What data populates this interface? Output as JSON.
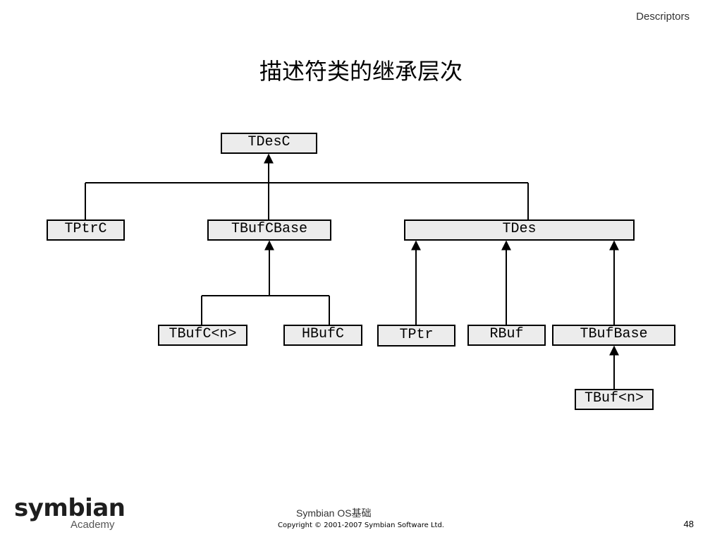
{
  "header": {
    "section": "Descriptors"
  },
  "title": "描述符类的继承层次",
  "diagram": {
    "nodes": {
      "tdesc": "TDesC",
      "tptrc": "TPtrC",
      "tbufcbase": "TBufCBase",
      "tdes": "TDes",
      "tbufcn": "TBufC<n>",
      "hbufc": "HBufC",
      "tptr": "TPtr",
      "rbuf": "RBuf",
      "tbufbase": "TBufBase",
      "tbufn": "TBuf<n>"
    },
    "edges": [
      [
        "tptrc",
        "tdesc"
      ],
      [
        "tbufcbase",
        "tdesc"
      ],
      [
        "tdes",
        "tdesc"
      ],
      [
        "tbufcn",
        "tbufcbase"
      ],
      [
        "hbufc",
        "tbufcbase"
      ],
      [
        "tptr",
        "tdes"
      ],
      [
        "rbuf",
        "tdes"
      ],
      [
        "tbufbase",
        "tdes"
      ],
      [
        "tbufn",
        "tbufbase"
      ]
    ]
  },
  "logo": {
    "name": "symbian",
    "subtitle": "Academy"
  },
  "footer": {
    "course": "Symbian OS基础",
    "copyright": "Copyright © 2001-2007 Symbian Software Ltd.",
    "page_number": "48"
  }
}
